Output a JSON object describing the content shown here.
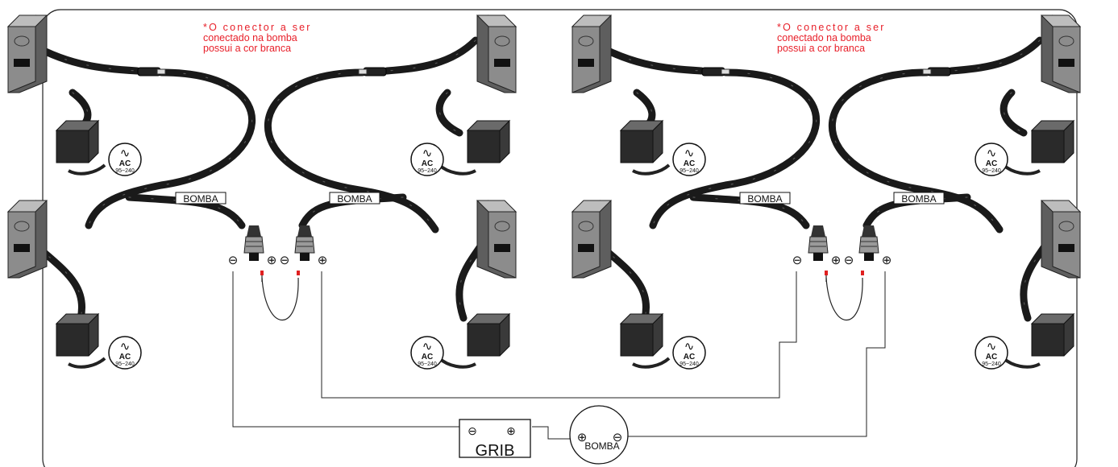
{
  "note": {
    "line1": "*O conector a ser",
    "line2": "conectado na bomba",
    "line3": "possui a cor branca"
  },
  "pump_label": "BOMBA",
  "ac": {
    "label": "AC",
    "range": "95~240",
    "wave": "∿"
  },
  "terminals": {
    "minus": "⊖",
    "plus": "⊕"
  },
  "grib": {
    "label": "GRIB"
  },
  "pump_motor": {
    "label": "BOMBA"
  },
  "colors": {
    "note": "#e8202a",
    "cable": "#1a1a1a",
    "device": "#8c8c8c",
    "wire": "#222222",
    "red_tip": "#e02020"
  }
}
